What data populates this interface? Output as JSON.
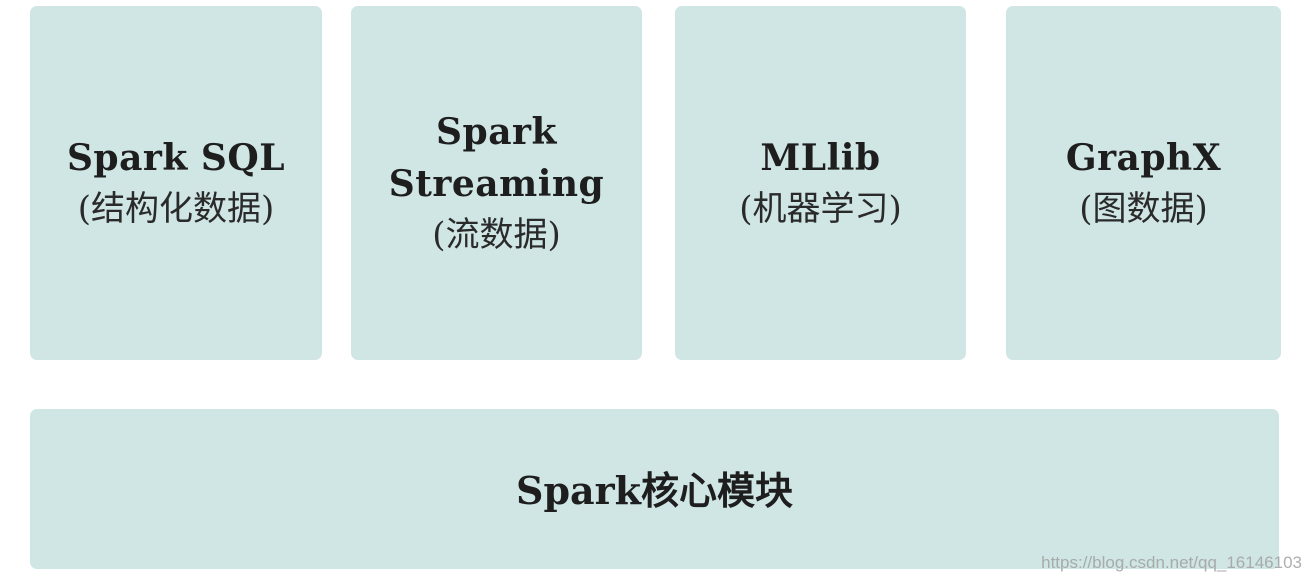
{
  "modules": [
    {
      "name": "Spark SQL",
      "desc": "(结构化数据)"
    },
    {
      "name": "Spark",
      "name2": "Streaming",
      "desc": "(流数据)"
    },
    {
      "name": "MLlib",
      "desc": "(机器学习)"
    },
    {
      "name": "GraphX",
      "desc": "(图数据)"
    }
  ],
  "core": {
    "label": "Spark核心模块"
  },
  "watermark": "https://blog.csdn.net/qq_16146103",
  "colors": {
    "box_fill": "#cfe6e5",
    "text": "#1e1e1e",
    "background": "#ffffff"
  }
}
